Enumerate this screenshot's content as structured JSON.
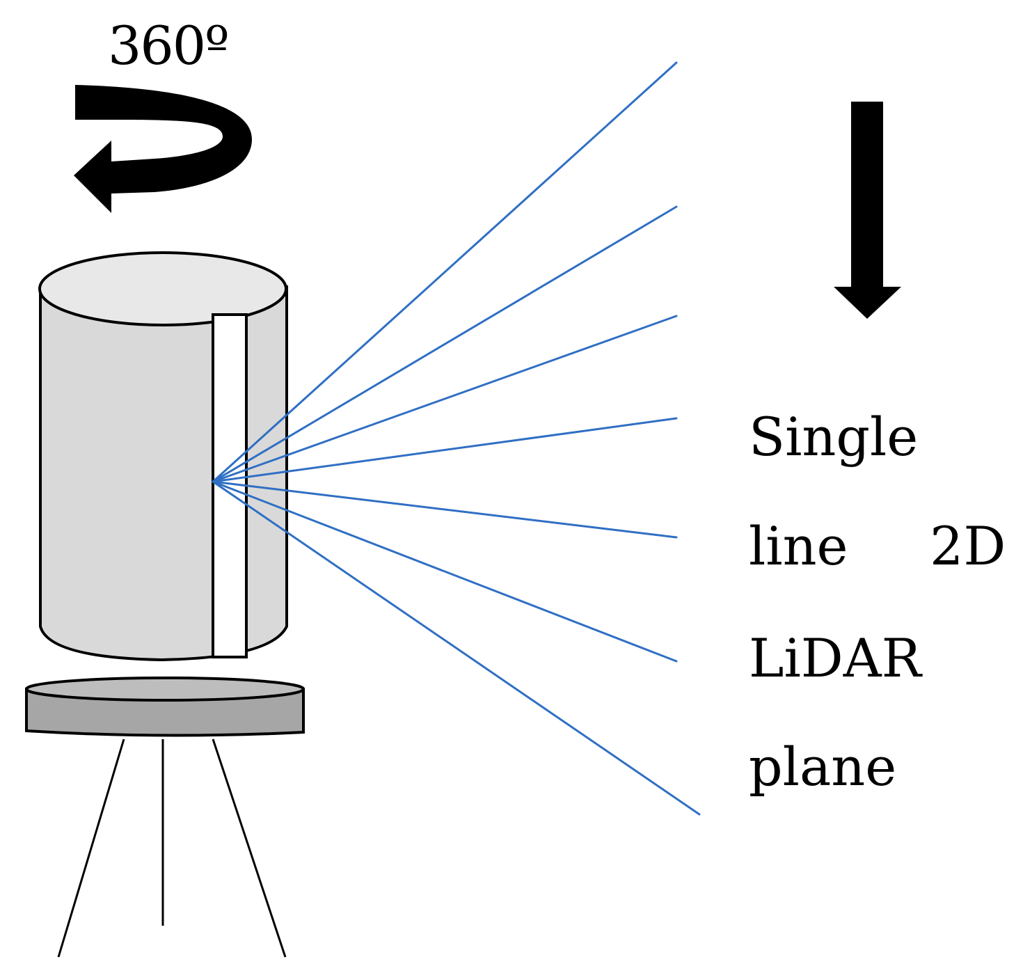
{
  "rotation": {
    "label": "360º"
  },
  "caption": {
    "words": [
      "Single",
      "line",
      "2D",
      "LiDAR",
      "plane"
    ]
  },
  "colors": {
    "beam": "#2f6fc4",
    "scanner_body": "#d9d9d9",
    "scanner_window": "#ffffff",
    "base_plate": "#a6a6a6",
    "outline": "#000000"
  },
  "icons": {
    "rotation_arrow": "curved-rotation-arrow-icon",
    "direction_arrow": "down-arrow-icon"
  }
}
